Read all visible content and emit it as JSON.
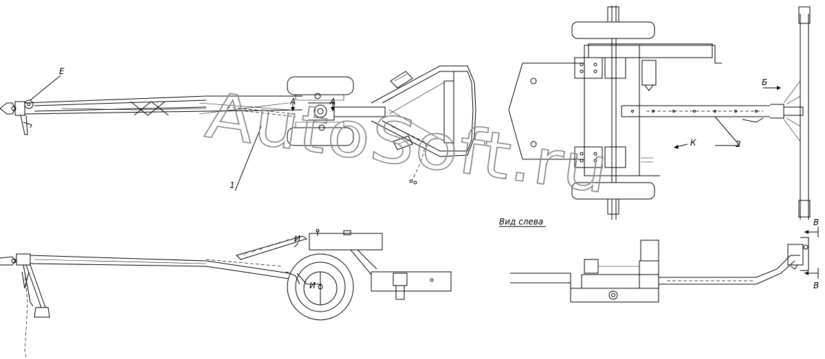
{
  "labels": {
    "e": "Е",
    "one": "1",
    "two": "2",
    "a_left": "А",
    "a_right": "А",
    "b": "Б",
    "k": "К",
    "v_top": "В",
    "v_bottom": "В",
    "i_upper": "И",
    "i_lower": "И",
    "view_left": "Вид слева"
  },
  "watermark": "AutoSoft.ru",
  "colors": {
    "line": "#000000",
    "background": "#ffffff",
    "watermark_outline": "#8a8a8a"
  }
}
